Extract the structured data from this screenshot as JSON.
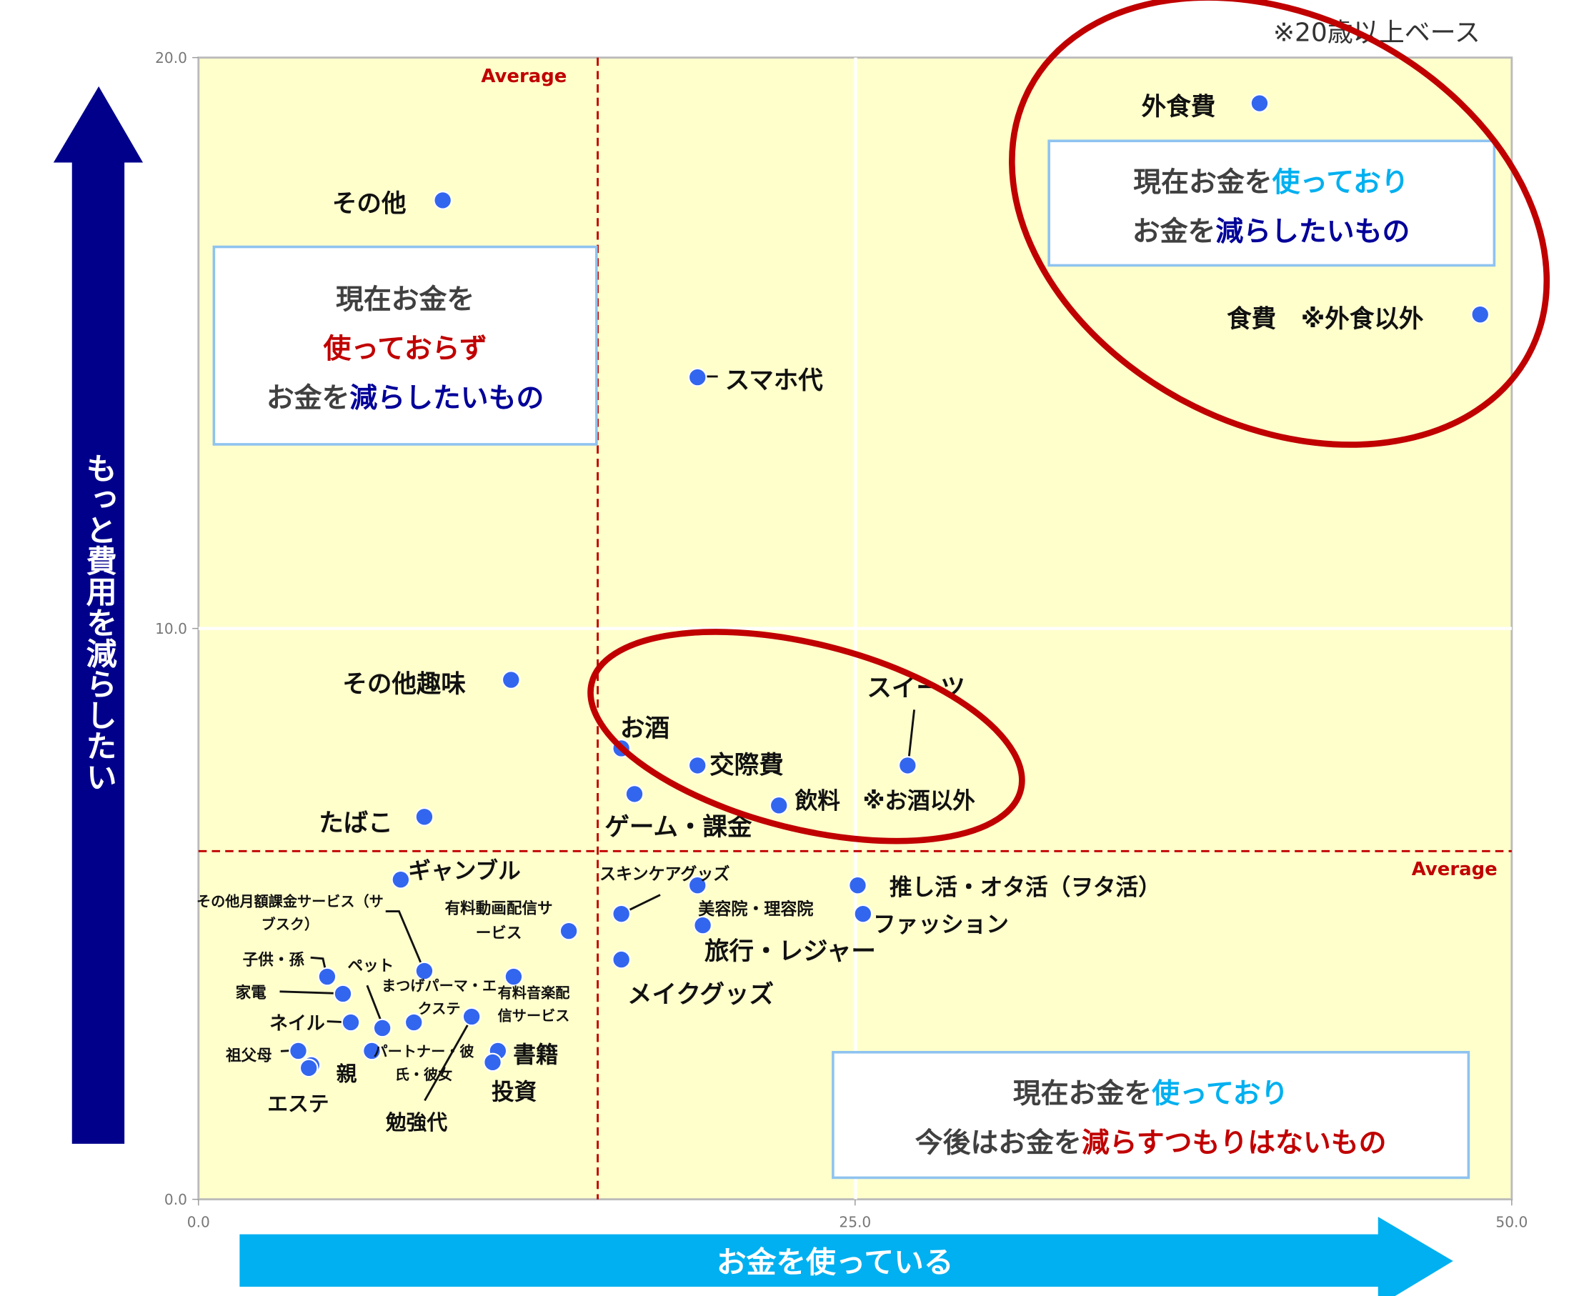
{
  "chart_data": {
    "type": "scatter",
    "title": "",
    "xlabel": "お金を使っている",
    "ylabel": "もっと費用を減らしたい",
    "xlim": [
      0,
      50
    ],
    "ylim": [
      0,
      20
    ],
    "x_ticks": [
      "0.0",
      "25.0",
      "50.0"
    ],
    "y_ticks": [
      "0.0",
      "10.0",
      "20.0"
    ],
    "grid": true,
    "note": "※20歳以上ベース",
    "average": {
      "label": "Average",
      "x": 15.2,
      "y": 6.1
    },
    "points": [
      {
        "name": "外食費",
        "x": 40.4,
        "y": 19.2
      },
      {
        "name": "食費　※外食以外",
        "x": 48.8,
        "y": 15.5
      },
      {
        "name": "その他",
        "x": 9.3,
        "y": 17.5
      },
      {
        "name": "スマホ代",
        "x": 19.0,
        "y": 14.4
      },
      {
        "name": "その他趣味",
        "x": 11.9,
        "y": 9.1
      },
      {
        "name": "お酒",
        "x": 16.1,
        "y": 7.9
      },
      {
        "name": "交際費",
        "x": 19.0,
        "y": 7.6
      },
      {
        "name": "スイーツ",
        "x": 27.0,
        "y": 7.6
      },
      {
        "name": "ゲーム・課金",
        "x": 16.6,
        "y": 7.1
      },
      {
        "name": "飲料　※お酒以外",
        "x": 22.1,
        "y": 6.9
      },
      {
        "name": "たばこ",
        "x": 8.6,
        "y": 6.7
      },
      {
        "name": "ギャンブル",
        "x": 7.7,
        "y": 5.6
      },
      {
        "name": "推し活・オタ活（ヲタ活）",
        "x": 25.1,
        "y": 5.5
      },
      {
        "name": "美容院・理容院",
        "x": 19.0,
        "y": 5.5
      },
      {
        "name": "スキンケアグッズ",
        "x": 16.1,
        "y": 5.0
      },
      {
        "name": "ファッション",
        "x": 25.3,
        "y": 5.0
      },
      {
        "name": "有料動画配信サービス",
        "x": 14.1,
        "y": 4.7
      },
      {
        "name": "旅行・レジャー",
        "x": 19.2,
        "y": 4.8
      },
      {
        "name": "メイクグッズ",
        "x": 16.1,
        "y": 4.2
      },
      {
        "name": "その他月額課金サービス（サブスク）",
        "x": 8.6,
        "y": 4.0
      },
      {
        "name": "子供・孫",
        "x": 4.9,
        "y": 3.9
      },
      {
        "name": "家電",
        "x": 5.5,
        "y": 3.6
      },
      {
        "name": "有料音楽配信サービス",
        "x": 12.0,
        "y": 3.9
      },
      {
        "name": "ネイル",
        "x": 5.8,
        "y": 3.1
      },
      {
        "name": "ペット",
        "x": 7.0,
        "y": 3.0
      },
      {
        "name": "まつげパーマ・エクステ",
        "x": 8.2,
        "y": 3.1
      },
      {
        "name": "勉強代",
        "x": 10.4,
        "y": 3.2
      },
      {
        "name": "パートナー・彼氏・彼女",
        "x": 6.6,
        "y": 2.6
      },
      {
        "name": "祖父母",
        "x": 3.8,
        "y": 2.6
      },
      {
        "name": "親",
        "x": 4.3,
        "y": 2.35
      },
      {
        "name": "エステ",
        "x": 4.2,
        "y": 2.3
      },
      {
        "name": "書籍",
        "x": 11.4,
        "y": 2.6
      },
      {
        "name": "投資",
        "x": 11.2,
        "y": 2.4
      }
    ],
    "quadrant_boxes": {
      "top_left": [
        [
          "現在お金を"
        ],
        [
          "使っておらず"
        ],
        [
          "お金を",
          "減らしたいもの"
        ]
      ],
      "top_right": [
        [
          "現在お金を",
          "使っており"
        ],
        [
          "お金を",
          "減らしたいもの"
        ]
      ],
      "bottom_right": [
        [
          "現在お金を",
          "使っており"
        ],
        [
          "今後はお金を",
          "減らすつもりはないもの"
        ]
      ]
    },
    "colors": {
      "point": "#3366ee",
      "plot_bg": "#ffffcc",
      "average_line": "#c00000",
      "highlight_ellipse": "#c00000",
      "y_arrow": "#00008b",
      "x_arrow": "#00b0f0",
      "emph_red": "#c00000",
      "emph_navy": "#000099",
      "emph_cyan": "#00b0f0",
      "text_gray": "#404040"
    }
  }
}
